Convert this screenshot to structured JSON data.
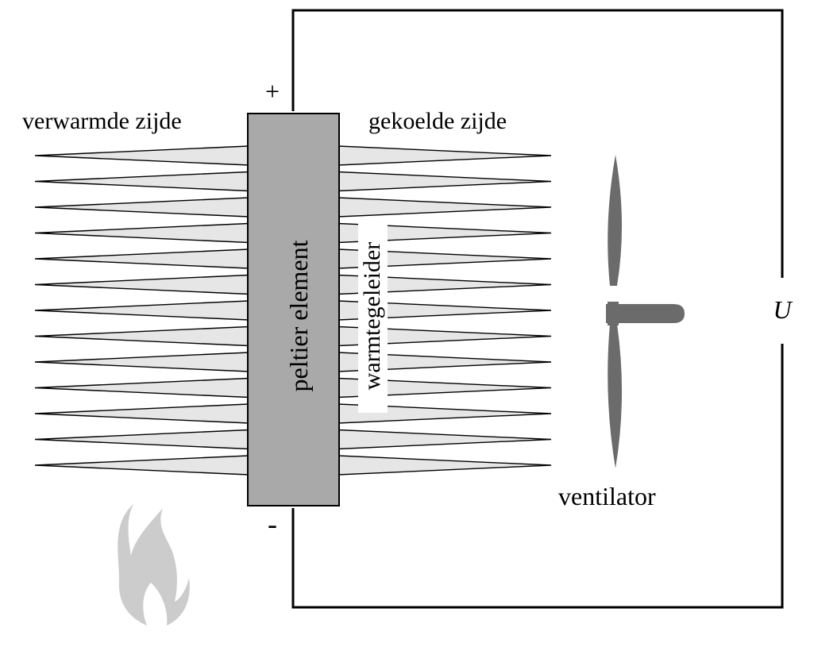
{
  "labels": {
    "heated_side": "verwarmde zijde",
    "cooled_side": "gekoelde zijde",
    "peltier": "peltier element",
    "heat_conductor": "warmtegeleider",
    "fan": "ventilator",
    "voltage": "U",
    "plus": "+",
    "minus": "-"
  },
  "fin_count": 13,
  "colors": {
    "peltier_fill": "#a9a9a9",
    "fin_fill": "#e6e6e6",
    "fan_fill": "#6b6b6b",
    "flame_fill": "#cccccc",
    "wire": "#000000"
  },
  "icons": [
    "flame-icon",
    "fan-icon"
  ]
}
